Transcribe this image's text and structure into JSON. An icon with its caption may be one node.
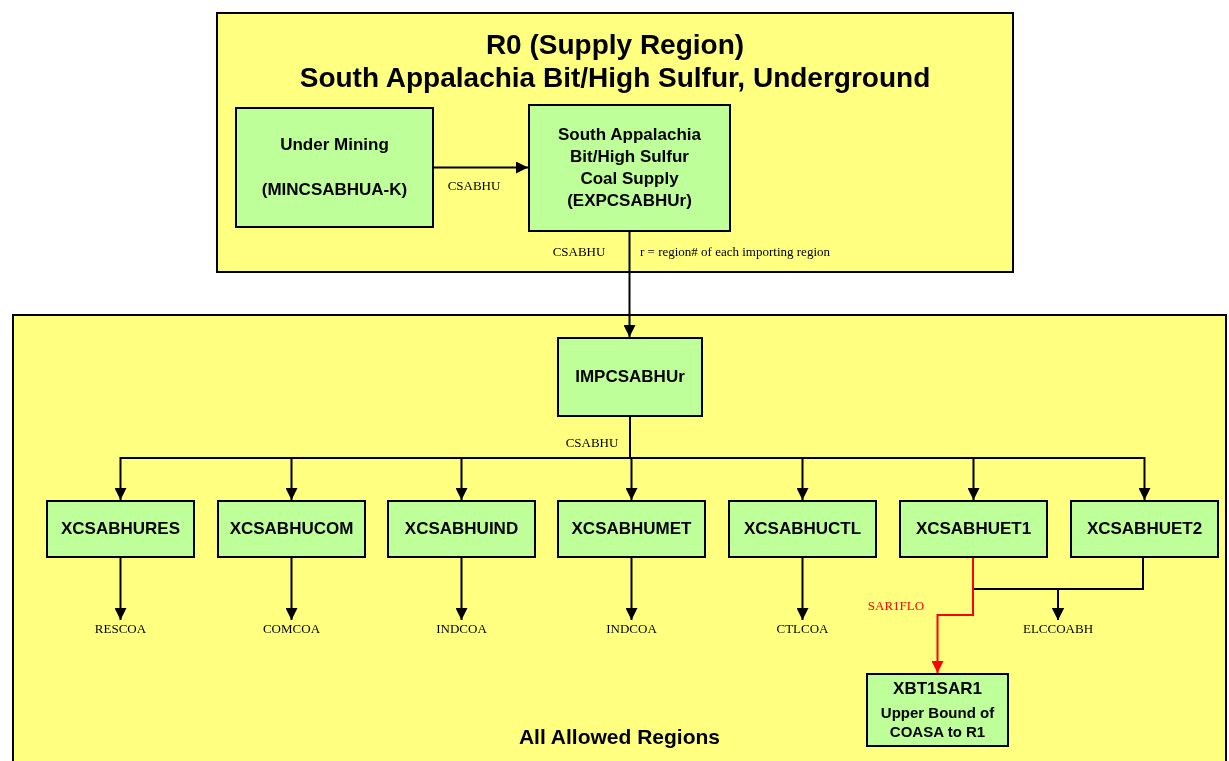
{
  "diagram": {
    "nodes": [
      {
        "text": [
          "R0 (Supply Region)",
          "South Appalachia Bit/High Sulfur, Underground"
        ]
      },
      {
        "text": [
          "Under Mining",
          "(MINCSABHUA-K)"
        ],
        "in": 0
      },
      {
        "text": [
          "South Appalachia Bit/High Sulfur Coal Supply (EXPCSABHUr)"
        ],
        "in": 0
      },
      {
        "text": [
          "All Allowed Regions"
        ]
      },
      {
        "text": [
          "IMPCSABHUr"
        ],
        "in": 3
      },
      {
        "text": [
          "XCSABHURES"
        ],
        "in": 3
      },
      {
        "text": [
          "XCSABHUCOM"
        ],
        "in": 3
      },
      {
        "text": [
          "XCSABHUIND"
        ],
        "in": 3
      },
      {
        "text": [
          "XCSABHUMET"
        ],
        "in": 3
      },
      {
        "text": [
          "XCSABHUCTL"
        ],
        "in": 3
      },
      {
        "text": [
          "XCSABHUET1"
        ],
        "in": 3
      },
      {
        "text": [
          "XCSABHUET2"
        ],
        "in": 3
      },
      {
        "text": [
          "RESCOA"
        ],
        "in": 3
      },
      {
        "text": [
          "COMCOA"
        ],
        "in": 3
      },
      {
        "text": [
          "INDCOA"
        ],
        "in": 3
      },
      {
        "text": [
          "INDCOA"
        ],
        "in": 3
      },
      {
        "text": [
          "CTLCOA"
        ],
        "in": 3
      },
      {
        "text": [
          "ELCCOABH"
        ],
        "in": 3
      },
      {
        "text": [
          "XBT1SAR1",
          "Upper Bound of COASA to R1"
        ],
        "in": 3
      }
    ],
    "edges": [
      {
        "from": 1,
        "to": 2,
        "arrow": "to",
        "label": "CSABHU"
      },
      {
        "from": 2,
        "to": 4,
        "arrow": "to",
        "label": "CSABHU"
      },
      {
        "from": 4,
        "to": 5,
        "arrow": "to"
      },
      {
        "from": 4,
        "to": 6,
        "arrow": "to"
      },
      {
        "from": 4,
        "to": 7,
        "arrow": "to"
      },
      {
        "from": 4,
        "to": 8,
        "arrow": "to",
        "label": "CSABHU"
      },
      {
        "from": 4,
        "to": 9,
        "arrow": "to"
      },
      {
        "from": 4,
        "to": 10,
        "arrow": "to"
      },
      {
        "from": 4,
        "to": 11,
        "arrow": "to"
      },
      {
        "from": 5,
        "to": 12,
        "arrow": "to"
      },
      {
        "from": 6,
        "to": 13,
        "arrow": "to"
      },
      {
        "from": 7,
        "to": 14,
        "arrow": "to"
      },
      {
        "from": 8,
        "to": 15,
        "arrow": "to"
      },
      {
        "from": 9,
        "to": 16,
        "arrow": "to"
      },
      {
        "from": 10,
        "to": 17,
        "arrow": "to"
      },
      {
        "from": 11,
        "to": 17,
        "arrow": "to"
      },
      {
        "from": 10,
        "to": 18,
        "arrow": "to",
        "label": "SAR1FLO",
        "color": "#ff0000"
      }
    ],
    "labels": [
      "r = region# of each importing region"
    ]
  }
}
